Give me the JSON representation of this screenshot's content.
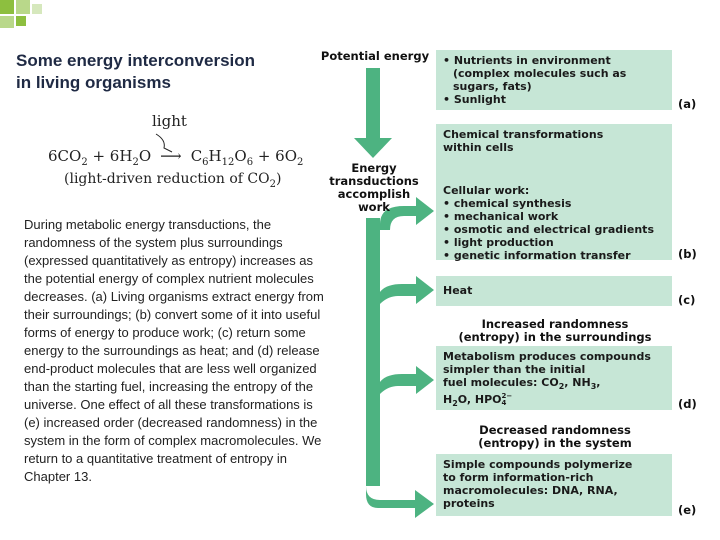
{
  "slide": {
    "title_line1": "Some energy interconversion",
    "title_line2": "in living organisms",
    "body": "During metabolic energy transductions, the randomness of the system plus surroundings (expressed quantitatively as entropy) increases as the potential energy of complex nutrient molecules decreases. (a) Living organisms extract energy from their surroundings; (b) convert some of it into useful forms of energy to produce work; (c) return some energy to the surroundings as heat; and (d) release end-product molecules that are less well organized than the starting fuel, increasing the entropy of the universe. One effect of all these transformations is (e) increased order (decreased randomness) in the system in the form of complex macromolecules. We return to a quantitative treatment of entropy in Chapter 13."
  },
  "equation": {
    "light": "light",
    "lhs_a": "6CO",
    "lhs_a_sub": "2",
    "plus1": " + 6H",
    "lhs_b_sub": "2",
    "lhs_b_tail": "O",
    "rhs_a": "C",
    "rhs_a_sub1": "6",
    "rhs_a_mid": "H",
    "rhs_a_sub2": "12",
    "rhs_a_mid2": "O",
    "rhs_a_sub3": "6",
    "plus2": " + 6O",
    "rhs_b_sub": "2",
    "caption_a": "(light-driven reduction of CO",
    "caption_sub": "2",
    "caption_b": ")"
  },
  "figure": {
    "potential_energy": "Potential energy",
    "transduction_l1": "Energy",
    "transduction_l2": "transductions",
    "transduction_l3": "accomplish",
    "transduction_l4": "work",
    "box_a": {
      "l1": "• Nutrients in environment",
      "l2": "(complex molecules such as",
      "l3": "sugars, fats)",
      "l4": "• Sunlight",
      "letter": "(a)"
    },
    "box_b": {
      "l1": "Chemical transformations",
      "l2": "within cells",
      "l3": "Cellular work:",
      "l4": "• chemical synthesis",
      "l5": "• mechanical work",
      "l6": "• osmotic and electrical gradients",
      "l7": "• light production",
      "l8": "• genetic information transfer",
      "letter": "(b)"
    },
    "box_c": {
      "l1": "Heat",
      "letter": "(c)"
    },
    "randomness_up_l1": "Increased randomness",
    "randomness_up_l2": "(entropy) in the surroundings",
    "box_d": {
      "l1": "Metabolism produces compounds",
      "l2": "simpler than the initial",
      "l3a": "fuel molecules: CO",
      "l3_sub1": "2",
      "l3b": ", NH",
      "l3_sub2": "3",
      "l3c": ",",
      "l4a": "H",
      "l4_sub1": "2",
      "l4b": "O, HPO",
      "l4_sup": "2−",
      "l4_sub2": "4",
      "letter": "(d)"
    },
    "randomness_down_l1": "Decreased randomness",
    "randomness_down_l2": "(entropy) in the system",
    "box_e": {
      "l1": "Simple compounds polymerize",
      "l2": "to form information-rich",
      "l3": "macromolecules: DNA, RNA,",
      "l4": "proteins",
      "letter": "(e)"
    }
  },
  "colors": {
    "box_fill": "#c6e6d6",
    "arrow": "#4db381",
    "corner_green": "#8dbf3f"
  }
}
